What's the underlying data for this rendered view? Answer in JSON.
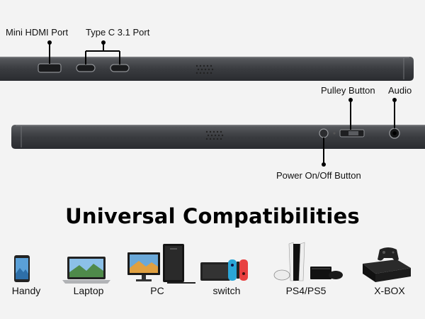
{
  "callouts": {
    "mini_hdmi": "Mini HDMI Port",
    "type_c": "Type C 3.1 Port",
    "pulley": "Pulley Button",
    "audio": "Audio",
    "power": "Power On/Off Button"
  },
  "headline": "Universal Compatibilities",
  "devices": [
    {
      "label": "Handy",
      "icon": "smartphone-icon"
    },
    {
      "label": "Laptop",
      "icon": "laptop-icon"
    },
    {
      "label": "PC",
      "icon": "desktop-pc-icon"
    },
    {
      "label": "switch",
      "icon": "game-console-switch-icon"
    },
    {
      "label": "PS4/PS5",
      "icon": "playstation-console-icon"
    },
    {
      "label": "X-BOX",
      "icon": "xbox-console-icon"
    }
  ],
  "colors": {
    "background": "#f3f3f3",
    "device_body": "#3c3e42",
    "device_edge": "#6a6c70"
  }
}
